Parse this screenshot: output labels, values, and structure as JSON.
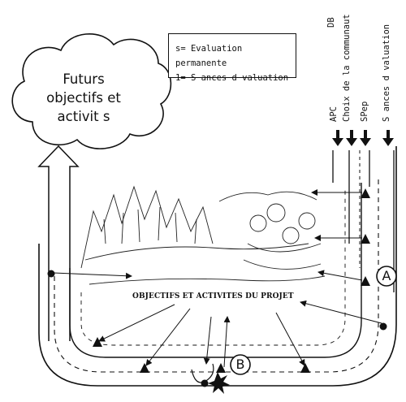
{
  "cloud": {
    "line1": "Futurs",
    "line2": "objectifs et",
    "line3": "activit s"
  },
  "legend": {
    "line1": "s= Evaluation permanente",
    "line2": "1= S ances d  valuation"
  },
  "input_labels": {
    "db": "DB",
    "apc": "APC",
    "choix": "Choix de la communaut",
    "spep": "SPep",
    "seances": "S ances d  valuation"
  },
  "center_title": "OBJECTIFS ET ACTIVITES DU PROJET",
  "markers": {
    "a": "A",
    "b": "B"
  }
}
